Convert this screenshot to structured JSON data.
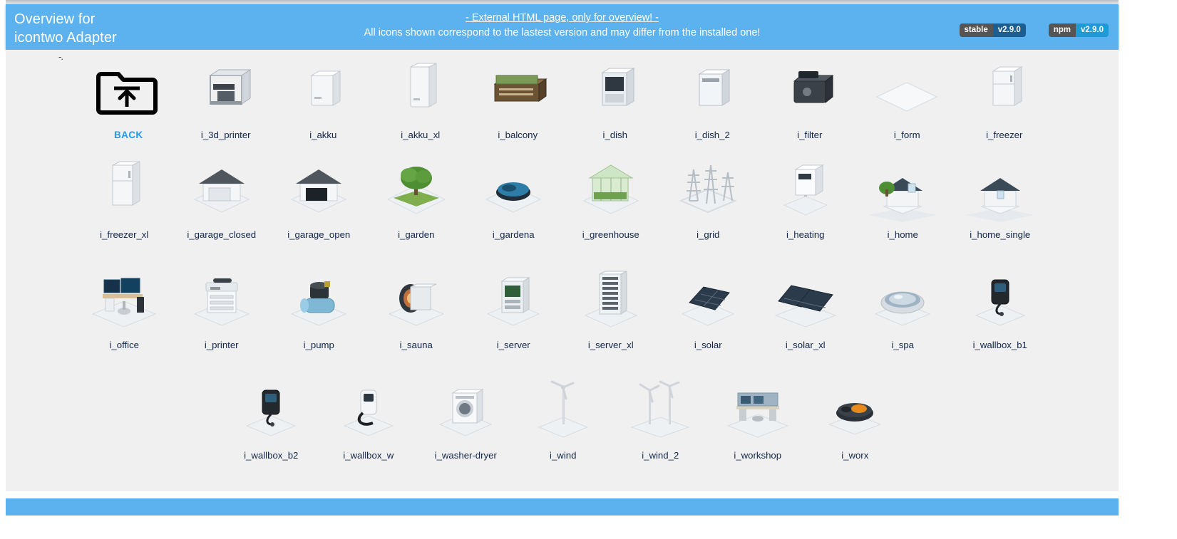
{
  "header": {
    "title": "Overview for\nicontwo Adapter",
    "center_link": "- External HTML page, only for overview! -",
    "center_sub": "All icons shown correspond to the lastest version and may differ from the installed one!",
    "badges": [
      {
        "name": "stable-badge",
        "left": "stable",
        "right": "v2.9.0",
        "left_color": "#555555",
        "right_color": "#1b5e8f"
      },
      {
        "name": "npm-badge",
        "left": "npm",
        "right": "v2.9.0",
        "left_color": "#555555",
        "right_color": "#1f9ad6"
      }
    ],
    "bg_color": "#5bb2ef",
    "text_color": "#ffffff"
  },
  "corner_mark": "-.",
  "body": {
    "bg_color": "#f0f0f0",
    "label_color": "#11264a",
    "back_label_color": "#1e9bf0"
  },
  "footer": {
    "bg_color": "#5bb2ef"
  },
  "rows": [
    {
      "name": "icon-row-1",
      "items": [
        {
          "label": "BACK",
          "icon": "folder-up-icon",
          "kind": "back"
        },
        {
          "label": "i_3d_printer",
          "icon": "3d-printer-icon",
          "kind": "printer3d"
        },
        {
          "label": "i_akku",
          "icon": "battery-icon",
          "kind": "akku"
        },
        {
          "label": "i_akku_xl",
          "icon": "battery-xl-icon",
          "kind": "akkuxl"
        },
        {
          "label": "i_balcony",
          "icon": "balcony-icon",
          "kind": "balcony"
        },
        {
          "label": "i_dish",
          "icon": "dishwasher-icon",
          "kind": "dish"
        },
        {
          "label": "i_dish_2",
          "icon": "dishwasher-2-icon",
          "kind": "dish2"
        },
        {
          "label": "i_filter",
          "icon": "filter-icon",
          "kind": "filter"
        },
        {
          "label": "i_form",
          "icon": "form-plate-icon",
          "kind": "form"
        },
        {
          "label": "i_freezer",
          "icon": "freezer-icon",
          "kind": "freezer"
        }
      ]
    },
    {
      "name": "icon-row-2",
      "items": [
        {
          "label": "i_freezer_xl",
          "icon": "freezer-xl-icon",
          "kind": "freezerxl"
        },
        {
          "label": "i_garage_closed",
          "icon": "garage-closed-icon",
          "kind": "garageclosed"
        },
        {
          "label": "i_garage_open",
          "icon": "garage-open-icon",
          "kind": "garageopen"
        },
        {
          "label": "i_garden",
          "icon": "garden-tree-icon",
          "kind": "garden"
        },
        {
          "label": "i_gardena",
          "icon": "gardena-mower-icon",
          "kind": "gardena"
        },
        {
          "label": "i_greenhouse",
          "icon": "greenhouse-icon",
          "kind": "greenhouse"
        },
        {
          "label": "i_grid",
          "icon": "power-grid-icon",
          "kind": "grid"
        },
        {
          "label": "i_heating",
          "icon": "heating-icon",
          "kind": "heating"
        },
        {
          "label": "i_home",
          "icon": "home-icon",
          "kind": "home"
        },
        {
          "label": "i_home_single",
          "icon": "home-single-icon",
          "kind": "homesingle"
        }
      ]
    },
    {
      "name": "icon-row-3",
      "items": [
        {
          "label": "i_office",
          "icon": "office-desk-icon",
          "kind": "office"
        },
        {
          "label": "i_printer",
          "icon": "printer-icon",
          "kind": "printer"
        },
        {
          "label": "i_pump",
          "icon": "water-pump-icon",
          "kind": "pump"
        },
        {
          "label": "i_sauna",
          "icon": "sauna-icon",
          "kind": "sauna"
        },
        {
          "label": "i_server",
          "icon": "server-icon",
          "kind": "server"
        },
        {
          "label": "i_server_xl",
          "icon": "server-xl-icon",
          "kind": "serverxl"
        },
        {
          "label": "i_solar",
          "icon": "solar-panel-icon",
          "kind": "solar"
        },
        {
          "label": "i_solar_xl",
          "icon": "solar-xl-icon",
          "kind": "solarxl"
        },
        {
          "label": "i_spa",
          "icon": "spa-icon",
          "kind": "spa"
        },
        {
          "label": "i_wallbox_b1",
          "icon": "wallbox-b1-icon",
          "kind": "wallboxb1"
        }
      ]
    },
    {
      "name": "icon-row-4",
      "items": [
        {
          "label": "i_wallbox_b2",
          "icon": "wallbox-b2-icon",
          "kind": "wallboxb2"
        },
        {
          "label": "i_wallbox_w",
          "icon": "wallbox-w-icon",
          "kind": "wallboxw"
        },
        {
          "label": "i_washer-dryer",
          "icon": "washer-dryer-icon",
          "kind": "washer"
        },
        {
          "label": "i_wind",
          "icon": "wind-turbine-icon",
          "kind": "wind"
        },
        {
          "label": "i_wind_2",
          "icon": "wind-turbine-2-icon",
          "kind": "wind2"
        },
        {
          "label": "i_workshop",
          "icon": "workshop-icon",
          "kind": "workshop"
        },
        {
          "label": "i_worx",
          "icon": "worx-mower-icon",
          "kind": "worx"
        }
      ]
    }
  ]
}
